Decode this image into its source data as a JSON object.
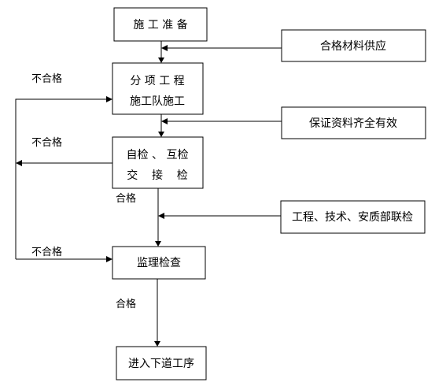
{
  "nodes": {
    "prep": "施 工 准 备",
    "subproject_line1": "分 项 工 程",
    "subproject_line2": "施工队施工",
    "selfcheck_line1": "自检 、 互检",
    "selfcheck_line2": "交    接    检",
    "supervision": "监理检查",
    "next": "进入下道工序",
    "material": "合格材料供应",
    "documents": "保证资料齐全有效",
    "joint_check": "工程、技术、安质部联检"
  },
  "edges": {
    "fail_1": "不合格",
    "fail_2": "不合格",
    "fail_3": "不合格",
    "pass_1": "合格",
    "pass_2": "合格"
  },
  "colors": {
    "stroke": "#000000",
    "background": "#ffffff"
  }
}
